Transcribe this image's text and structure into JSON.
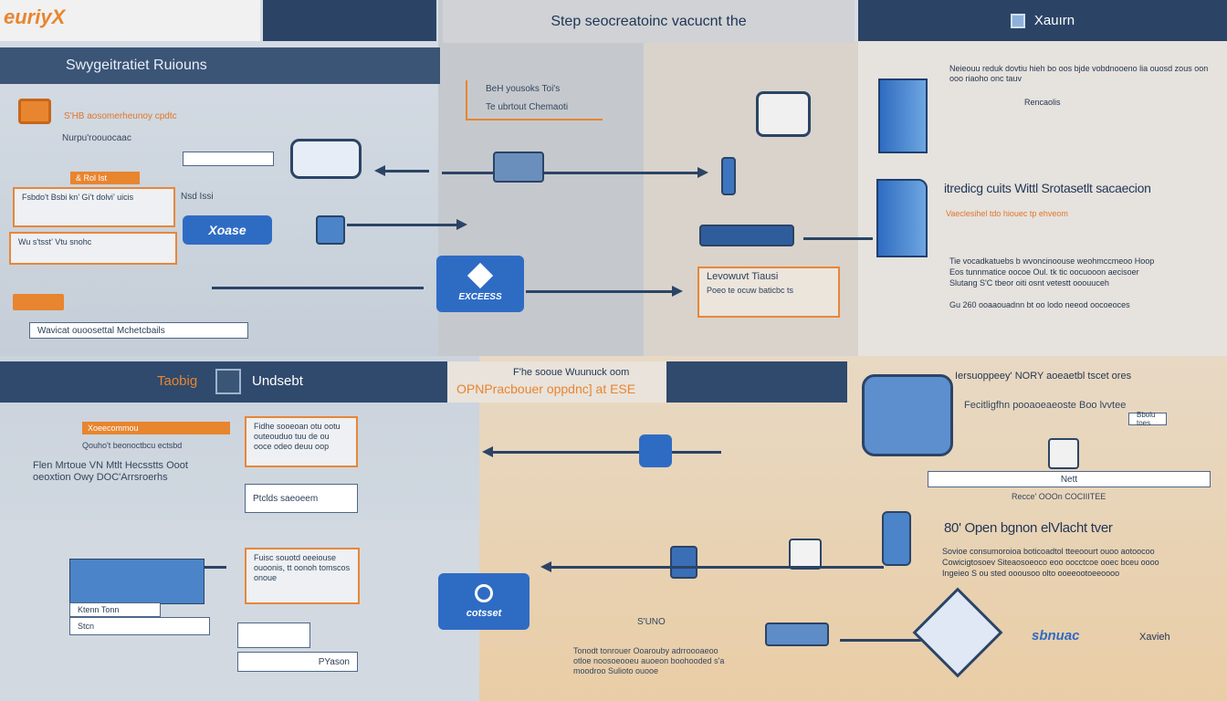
{
  "logo_text": "euriyX",
  "header": {
    "center_title": "Step  seocreatoinc vacucnt the",
    "right_title": "Xauırn"
  },
  "section1": {
    "title": "Swygeitratiet Ruiouns",
    "intro": "S'HB aosomerheunoy cpdtc",
    "intro2": "Nurpu'roouocaac",
    "tag": "& Rol Ist",
    "box1": "Fsbdo't Bsbi kn’ Gi’t dolvi’ uicis",
    "box2": "Wu s'tsst’ Vtu snohc",
    "side_label": "Nsd Issi",
    "field_bottom": "Wavicat ouoosettal Mchetcbails",
    "blue_button": "Xoase"
  },
  "center_top": {
    "callout": "BeH yousoks Toi's",
    "callout2": "Te ubrtout  Chemaoti",
    "logo_box": "EXCEESS"
  },
  "right_top": {
    "para1": "Neieouu reduk dovtiu hieh bo oos bjde vobdnooeno lia ouosd zous oon ooo riaoho onc tauv",
    "para_tail": "Rencaolis",
    "heading2": "itredicg cuits Wittl Srotasetlt sacaecion",
    "sub2": "Vaeclesihel tdo hiouec tp ehveom",
    "box": "Levowuvt  Tiausi",
    "box2": "Poeo te ocuw baticbc ts",
    "para3": "Tie vocadkatuebs b wvoncinoouse weohmccmeoo Hoop",
    "para3b": "Eos tunnmatice oocoe Oul. tk tic oocuooon aecisoer",
    "para3c": "Slutang S'C tbeor oiti osnt vetestt ooouuceh",
    "para3d": "Gu 260 ooaaouadnn bt oo lodo neeod oocoeoces"
  },
  "section2": {
    "left_title": "Taobig",
    "right_title": "Undsebt",
    "center_top": "F'he sooue Wuunuck oom",
    "center_main": "OPNPracbouer oppdnc] at ESE",
    "tag": "Xoeecommou",
    "tag_sub": "Qouho't beonoctbcu ectsbd",
    "para": "Flen Mrtoue VN Mtlt Hecsstts Ooot oeoxtion Owy DOC'Arrsroerhs",
    "box1": "Fidhe sooeoan otu ootu outeouduo tuu de ou ooce odeo deuu oop",
    "field": "Ptclds saeoeem"
  },
  "right_mid": {
    "heading": "Iersuoppeey' NORY aoeaetbl tscet ores",
    "sub": "Fecitligfhn pooaoeaeoste Boo lvvtee",
    "tag": "Bbolu toes",
    "field": "Nett",
    "caption": "Recce' OOOn COCIIITEE"
  },
  "bottom": {
    "box": "Fuisc souotd oeeiouse ouoonis, tt oonoh tomscos onoue",
    "field1": "Ktenn Tonn",
    "field2": "Stcn",
    "field3": "PYason",
    "blue_logo": "cotsset",
    "mid_label": "S'UNO",
    "bottom_para": "Tonodt tonrouer Ooarouby adrroooaeoo otloe noosoeooeu auoeon boohooded s'a moodroo Sulioto ouooe",
    "step_label": "80' Open  bgnon elVlacht  tver",
    "step_para": "Sovioe consumoroioa boticoadtol tteeoourt ouoo aotoocoo",
    "step_para2": "Cowicigtosoev Siteaosoeoco eoo oocctcoe ooec bceu oooo",
    "step_para3": "Ingeieo S ou sted ooousoo olto ooeeootoeeoooo",
    "brand": "Xavieh",
    "brand_left": "sbnuac"
  },
  "colors": {
    "navy": "#2b4466",
    "orange": "#e8852f",
    "blue": "#2e6cc4",
    "panel_grey": "#c9d0d8",
    "panel_beige": "#e9d3b4"
  }
}
